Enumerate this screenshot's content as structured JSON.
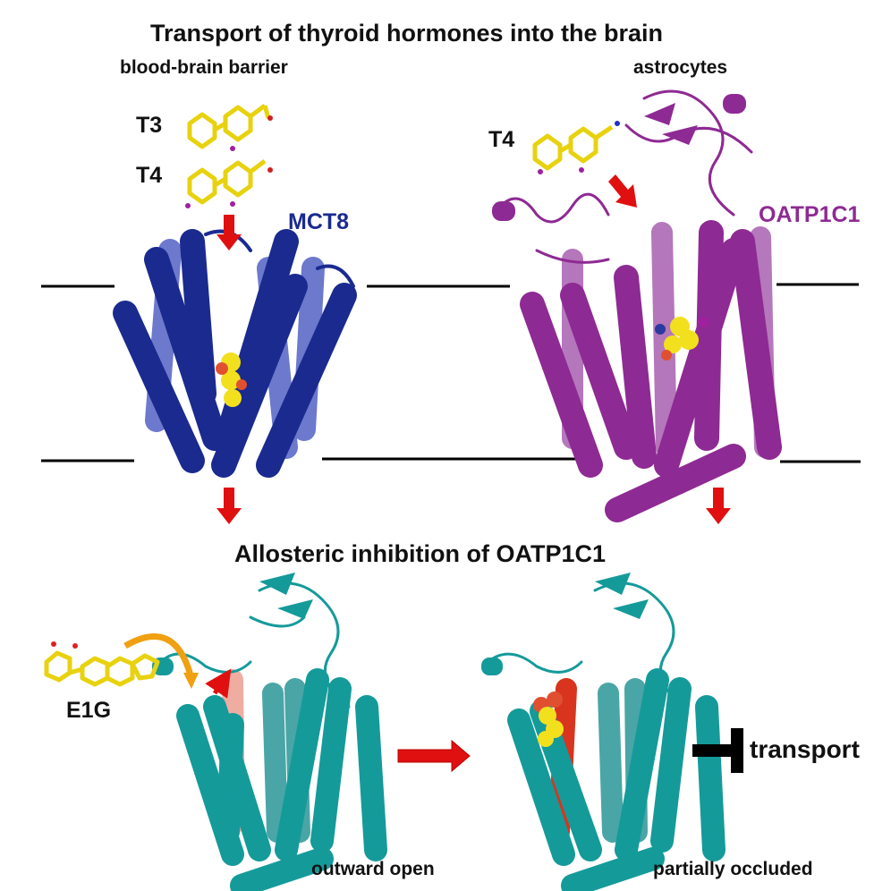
{
  "header": {
    "title": "Transport of thyroid hormones into the brain"
  },
  "left_panel": {
    "location": "blood-brain barrier",
    "ligand_1": "T3",
    "ligand_2": "T4",
    "protein": "MCT8"
  },
  "right_panel": {
    "location": "astrocytes",
    "ligand": "T4",
    "protein": "OATP1C1"
  },
  "bottom": {
    "title": "Allosteric inhibition of OATP1C1",
    "inhibitor": "E1G",
    "state_1": "outward open",
    "state_2": "partially occluded",
    "effect": "transport"
  },
  "colors": {
    "mct8": "#1a2a8f",
    "oatp1c1": "#8e2a93",
    "oatp_inhibited": "#1aa0a0",
    "arrow": "#e01010",
    "ligand": "#f2e01e",
    "inhibitor_arrow": "#f0a010",
    "membrane": "#000000"
  },
  "icons": [
    "molecule-icon",
    "down-arrow-icon",
    "right-arrow-icon",
    "curved-arrow-icon",
    "inhibition-bar-icon"
  ]
}
